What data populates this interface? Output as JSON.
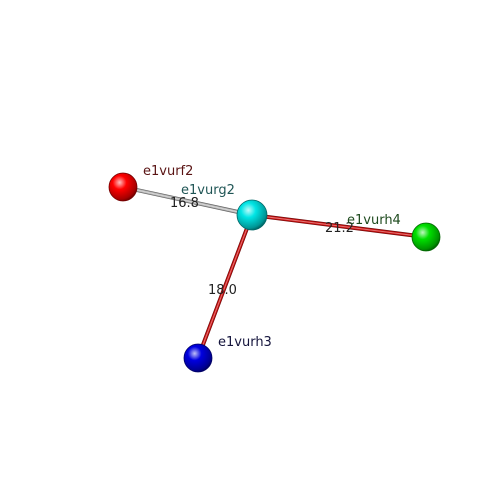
{
  "nodes": [
    {
      "id": "e1vurf2",
      "label": "e1vurf2",
      "color": "#ff0000",
      "label_color": "#5a1414"
    },
    {
      "id": "e1vurg2",
      "label": "e1vurg2",
      "color": "#00e5e5",
      "label_color": "#1f5555"
    },
    {
      "id": "e1vurh3",
      "label": "e1vurh3",
      "color": "#0000e0",
      "label_color": "#14143c"
    },
    {
      "id": "e1vurh4",
      "label": "e1vurh4",
      "color": "#00e000",
      "label_color": "#1e4a1e"
    }
  ],
  "edges": [
    {
      "id": "edge-f2-g2",
      "source": "e1vurf2",
      "target": "e1vurg2",
      "label": "16.8",
      "color": "#b4b4b4"
    },
    {
      "id": "edge-g2-h3",
      "source": "e1vurg2",
      "target": "e1vurh3",
      "label": "18.0",
      "color": "#cc1111"
    },
    {
      "id": "edge-g2-h4",
      "source": "e1vurg2",
      "target": "e1vurh4",
      "label": "21.2",
      "color": "#cc1111"
    }
  ]
}
